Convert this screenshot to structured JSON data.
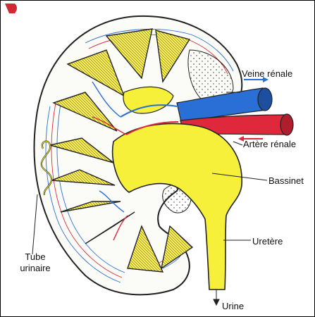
{
  "diagram": {
    "labels": {
      "veine_renale": "Veine rénale",
      "artere_renale": "Artère rénale",
      "bassinet": "Bassinet",
      "uretere": "Uretère",
      "tube_line1": "Tube",
      "tube_line2": "urinaire",
      "urine": "Urine"
    },
    "colors": {
      "tissue_yellow": "#f6f03a",
      "vein_blue": "#2a6fd6",
      "artery_red": "#e0283c",
      "outline": "#222222"
    }
  }
}
